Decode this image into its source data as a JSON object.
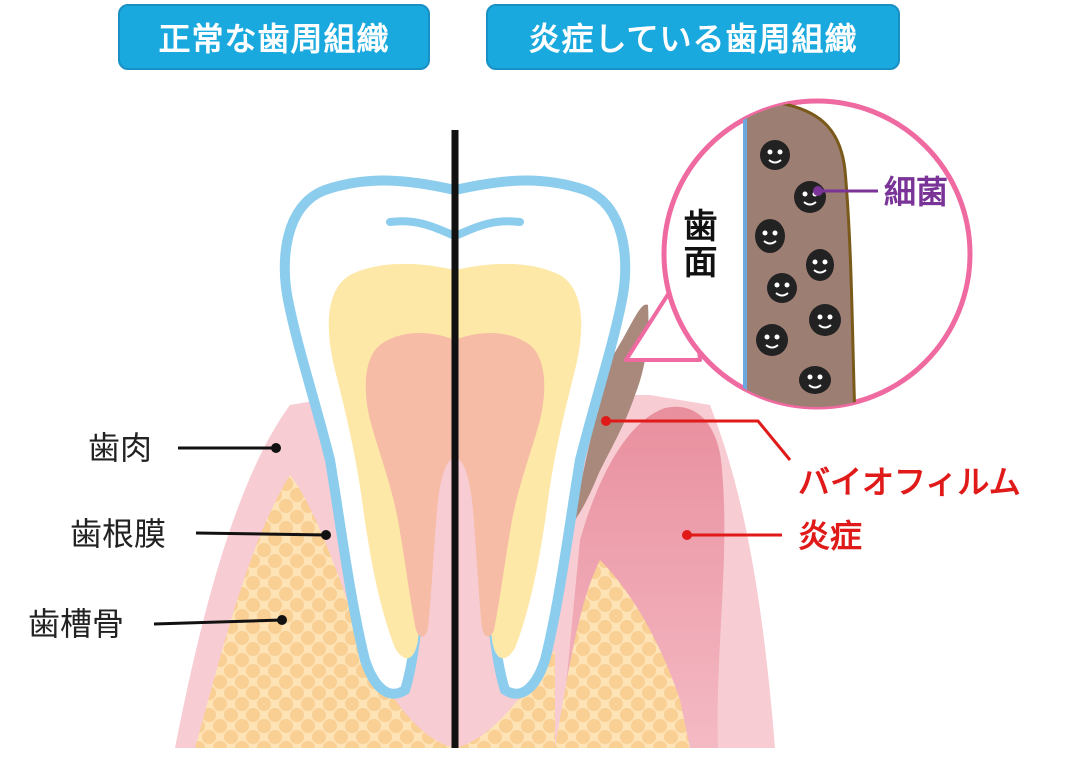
{
  "header": {
    "normal_title": "正常な歯周組織",
    "inflamed_title": "炎症している歯周組織"
  },
  "labels": {
    "gum": "歯肉",
    "ligament": "歯根膜",
    "bone": "歯槽骨",
    "biofilm": "バイオフィルム",
    "inflammation": "炎症",
    "bacteria": "細菌",
    "tooth_surface": "歯面"
  },
  "colors": {
    "header_bg": "#1aa9de",
    "enamel_outline": "#8ccdee",
    "dentin": "#fde8a8",
    "pulp": "#f6bca6",
    "gum": "#f5c5cd",
    "bone": "#fde0b0",
    "inflamed_gum": "#eda4b0",
    "biofilm": "#9d7e72",
    "callout_ring": "#ef6aa0",
    "label_red": "#e01919",
    "label_purple": "#7a3396"
  }
}
